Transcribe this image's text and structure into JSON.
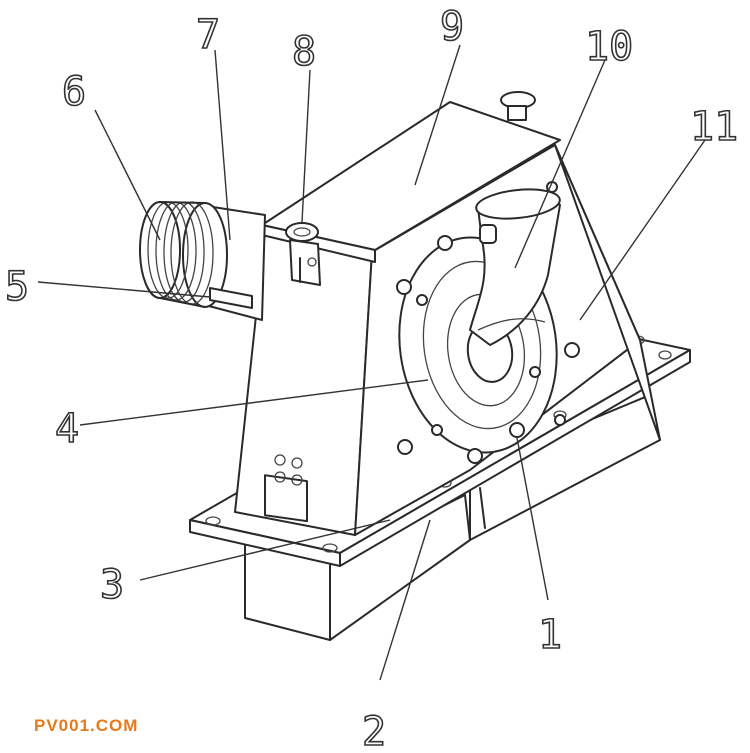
{
  "labels": [
    {
      "id": "1",
      "text": "1"
    },
    {
      "id": "2",
      "text": "2"
    },
    {
      "id": "3",
      "text": "3"
    },
    {
      "id": "4",
      "text": "4"
    },
    {
      "id": "5",
      "text": "5"
    },
    {
      "id": "6",
      "text": "6"
    },
    {
      "id": "7",
      "text": "7"
    },
    {
      "id": "8",
      "text": "8"
    },
    {
      "id": "9",
      "text": "9"
    },
    {
      "id": "10",
      "text": "10"
    },
    {
      "id": "11",
      "text": "11"
    }
  ],
  "watermark": "PV001.COM"
}
